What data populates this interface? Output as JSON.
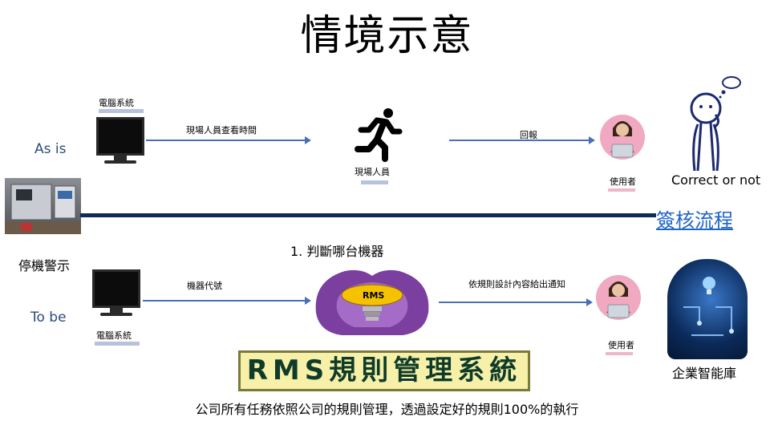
{
  "title": "情境示意",
  "left": {
    "as_is": "As is",
    "to_be": "To be",
    "machine_stop_warning": "停機警示"
  },
  "row1": {
    "computer_label": "電腦系統",
    "arrow1_label": "現場人員查看時間",
    "runner_label": "現場人員",
    "arrow2_label": "回報",
    "user_label": "使用者",
    "correct_label": "Correct or not"
  },
  "approval_link": "簽核流程",
  "row2": {
    "step": "1.  判斷哪台機器",
    "computer_label": "電腦系統",
    "arrow1_label": "機器代號",
    "rms_bulb_text": "RMS",
    "arrow2_label": "依規則設計內容給出通知",
    "user_label": "使用者",
    "knowledge_base_label": "企業智能庫"
  },
  "rms_banner": "RMS規則管理系統",
  "footer": "公司所有任務依照公司的規則管理，透過設定好的規則100%的執行"
}
